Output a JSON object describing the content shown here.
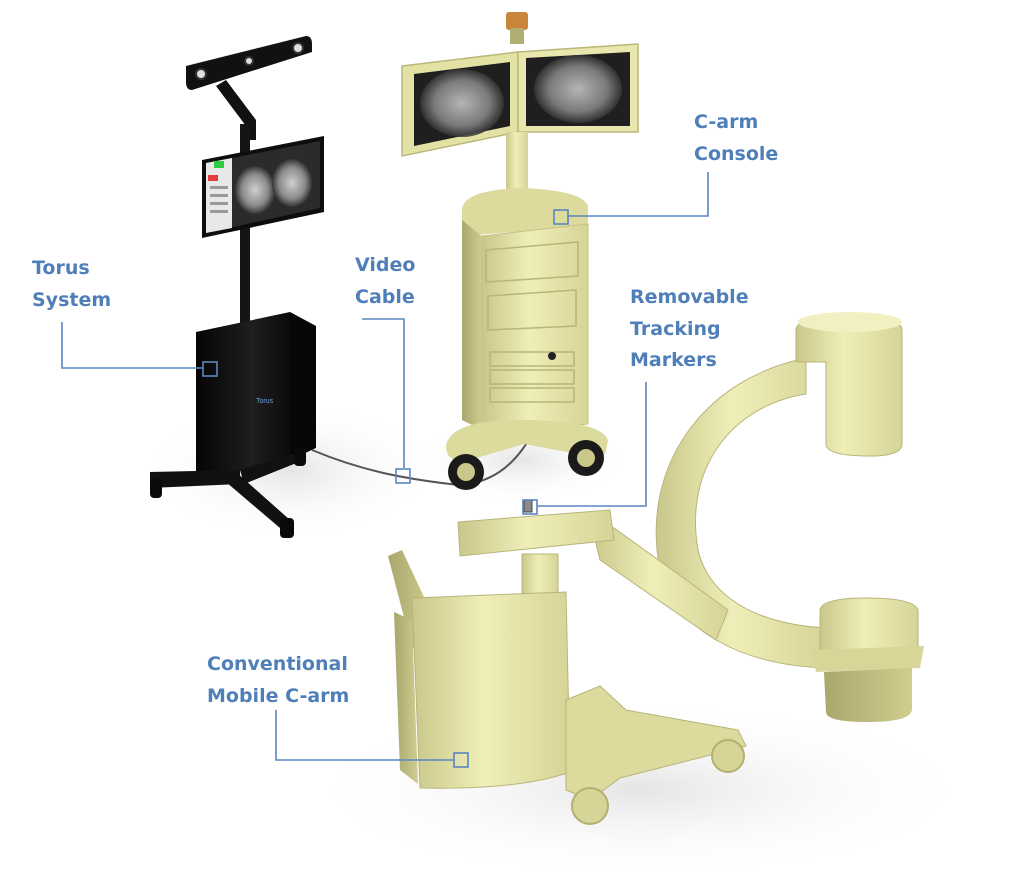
{
  "colors": {
    "label": "#4f7fb8",
    "leader": "#5a86c0",
    "carm_body": "#e8e6a8",
    "carm_shadow": "#a8a56a",
    "torus_body": "#111111",
    "screen": "#2a2a2a"
  },
  "labels": {
    "torus_system": [
      "Torus",
      "System"
    ],
    "video_cable": [
      "Video",
      "Cable"
    ],
    "carm_console": [
      "C-arm",
      "Console"
    ],
    "removable_markers": [
      "Removable",
      "Tracking",
      "Markers"
    ],
    "conventional_carm": [
      "Conventional",
      "Mobile C-arm"
    ]
  },
  "device_brand": "Torus"
}
